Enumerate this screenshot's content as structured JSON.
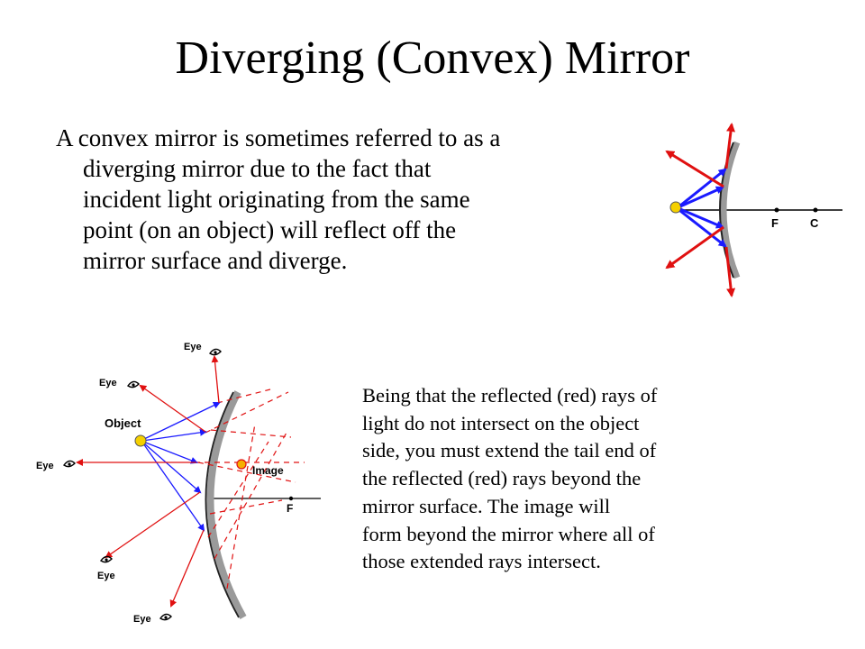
{
  "slide": {
    "title": "Diverging (Convex) Mirror",
    "intro_lines": [
      "A convex mirror is sometimes referred to as a",
      "diverging mirror due to the fact that",
      "incident light originating from the same",
      "point (on an object) will reflect off the",
      "mirror surface and diverge."
    ],
    "caption_lines": [
      "Being that the reflected (red) rays of",
      "light do not intersect on the object",
      "side, you must extend the tail end of",
      "the reflected (red) rays beyond the",
      "mirror surface.  The image will",
      "form beyond the mirror where all of",
      "those extended rays intersect."
    ]
  },
  "top_diagram": {
    "focal_label": "F",
    "center_label": "C"
  },
  "bottom_diagram": {
    "object_label": "Object",
    "image_label": "Image",
    "focal_label": "F",
    "eye_labels": [
      "Eye",
      "Eye",
      "Eye",
      "Eye",
      "Eye"
    ]
  },
  "colors": {
    "incident_ray": "#1a1aff",
    "reflected_ray": "#e01010",
    "object": "#f5d000",
    "mirror": "#9a9a9a"
  }
}
